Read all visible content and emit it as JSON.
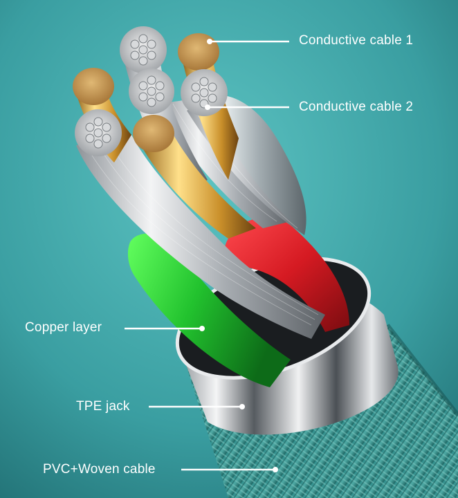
{
  "colors": {
    "background": "#3fa6a8",
    "background_dark": "#1f6f73",
    "copper": "#c9a05a",
    "silver": "#d9dcdf",
    "red_insulation": "#d8232a",
    "green_insulation": "#2fc43a",
    "braid": "#2b7d7c",
    "label_text": "#ffffff"
  },
  "labels": {
    "conductive_cable_1": "Conductive cable 1",
    "conductive_cable_2": "Conductive cable 2",
    "copper_layer": "Copper layer",
    "tpe_jack": "TPE jack",
    "pvc_woven_cable": "PVC+Woven cable"
  }
}
